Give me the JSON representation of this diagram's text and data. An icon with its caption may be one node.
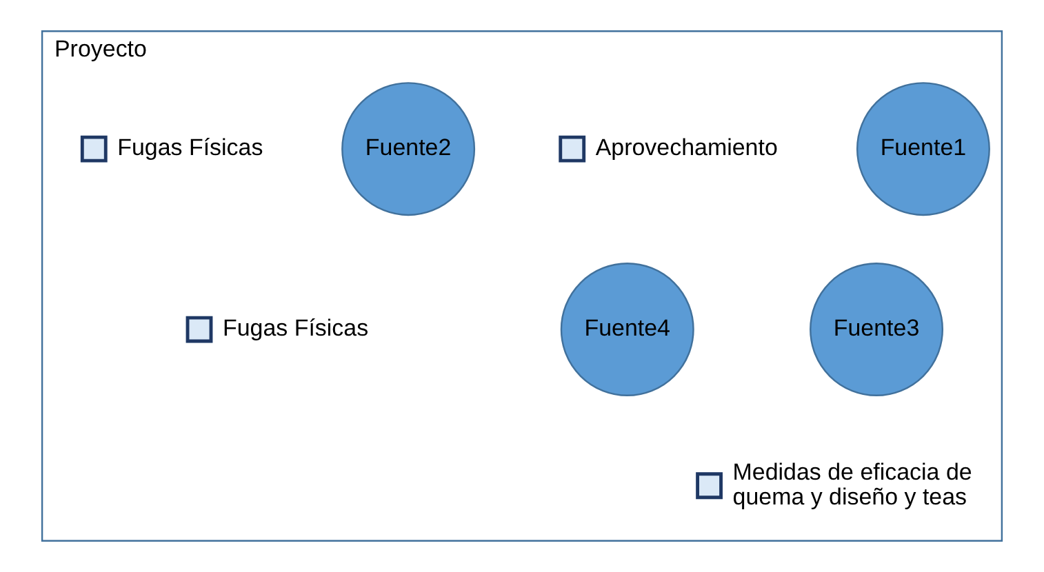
{
  "diagram": {
    "nodes": [
      {
        "text": [
          "Proyecto"
        ]
      },
      {
        "text": [
          "Fuente1"
        ],
        "in": 0
      },
      {
        "text": [],
        "shape": "cross",
        "beside": [
          "Aprovechamiento"
        ],
        "in": 0
      },
      {
        "text": [
          "Fuente2"
        ],
        "in": 0
      },
      {
        "text": [],
        "shape": "cross",
        "beside": [
          "Fugas Físicas"
        ],
        "in": 0
      },
      {
        "text": [
          "Fuente3"
        ],
        "in": 0
      },
      {
        "text": [
          "Fuente4"
        ],
        "in": 0
      },
      {
        "text": [],
        "shape": "cross",
        "beside": [
          "Fugas Físicas"
        ],
        "in": 0
      },
      {
        "text": [],
        "shape": "cross",
        "beside": [
          "Medidas de eficacia de quema y diseño y teas"
        ],
        "in": 0
      }
    ],
    "edges": []
  }
}
